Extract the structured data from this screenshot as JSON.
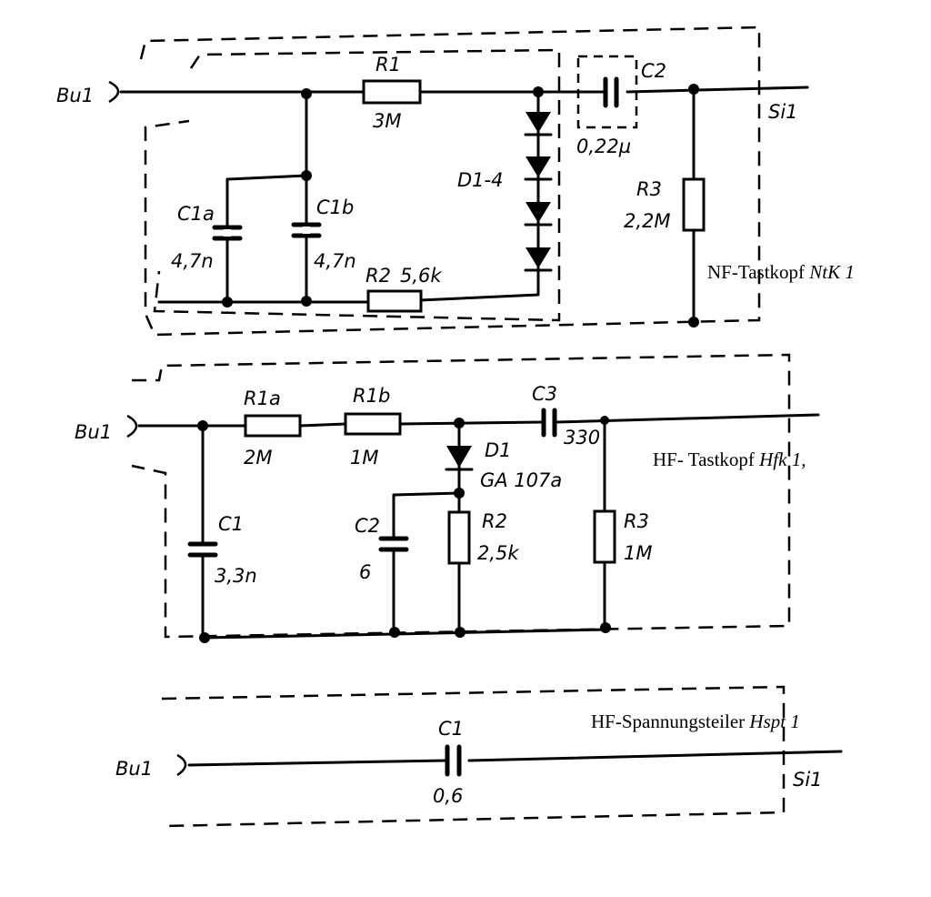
{
  "figure": {
    "nf_probe": {
      "caption": "NF-Tastkopf",
      "caption_id": "NtK 1",
      "input_label": "Bu1",
      "output_label": "Si1",
      "R1": {
        "name": "R1",
        "value": "3M"
      },
      "C2": {
        "name": "C2",
        "value": "0,22µ"
      },
      "R3": {
        "name": "R3",
        "value": "2,2M"
      },
      "C1a": {
        "name": "C1a",
        "value": "4,7n"
      },
      "C1b": {
        "name": "C1b",
        "value": "4,7n"
      },
      "D1_4": {
        "name": "D1-4"
      },
      "R2": {
        "name": "R2",
        "value": "5,6k"
      }
    },
    "hf_probe": {
      "caption": "HF- Tastkopf",
      "caption_id": "Hfk 1,",
      "input_label": "Bu1",
      "R1a": {
        "name": "R1a",
        "value": "2M"
      },
      "R1b": {
        "name": "R1b",
        "value": "1M"
      },
      "C3": {
        "name": "C3",
        "value": "330"
      },
      "D1": {
        "name": "D1",
        "value": "GA 107a"
      },
      "C1": {
        "name": "C1",
        "value": "3,3n"
      },
      "C2": {
        "name": "C2",
        "value": "6"
      },
      "R2": {
        "name": "R2",
        "value": "2,5k"
      },
      "R3": {
        "name": "R3",
        "value": "1M"
      }
    },
    "hf_divider": {
      "caption": "HF-Spannungsteiler",
      "caption_id": "Hspt 1",
      "input_label": "Bu1",
      "output_label": "Si1",
      "C1": {
        "name": "C1",
        "value": "0,6"
      }
    }
  }
}
